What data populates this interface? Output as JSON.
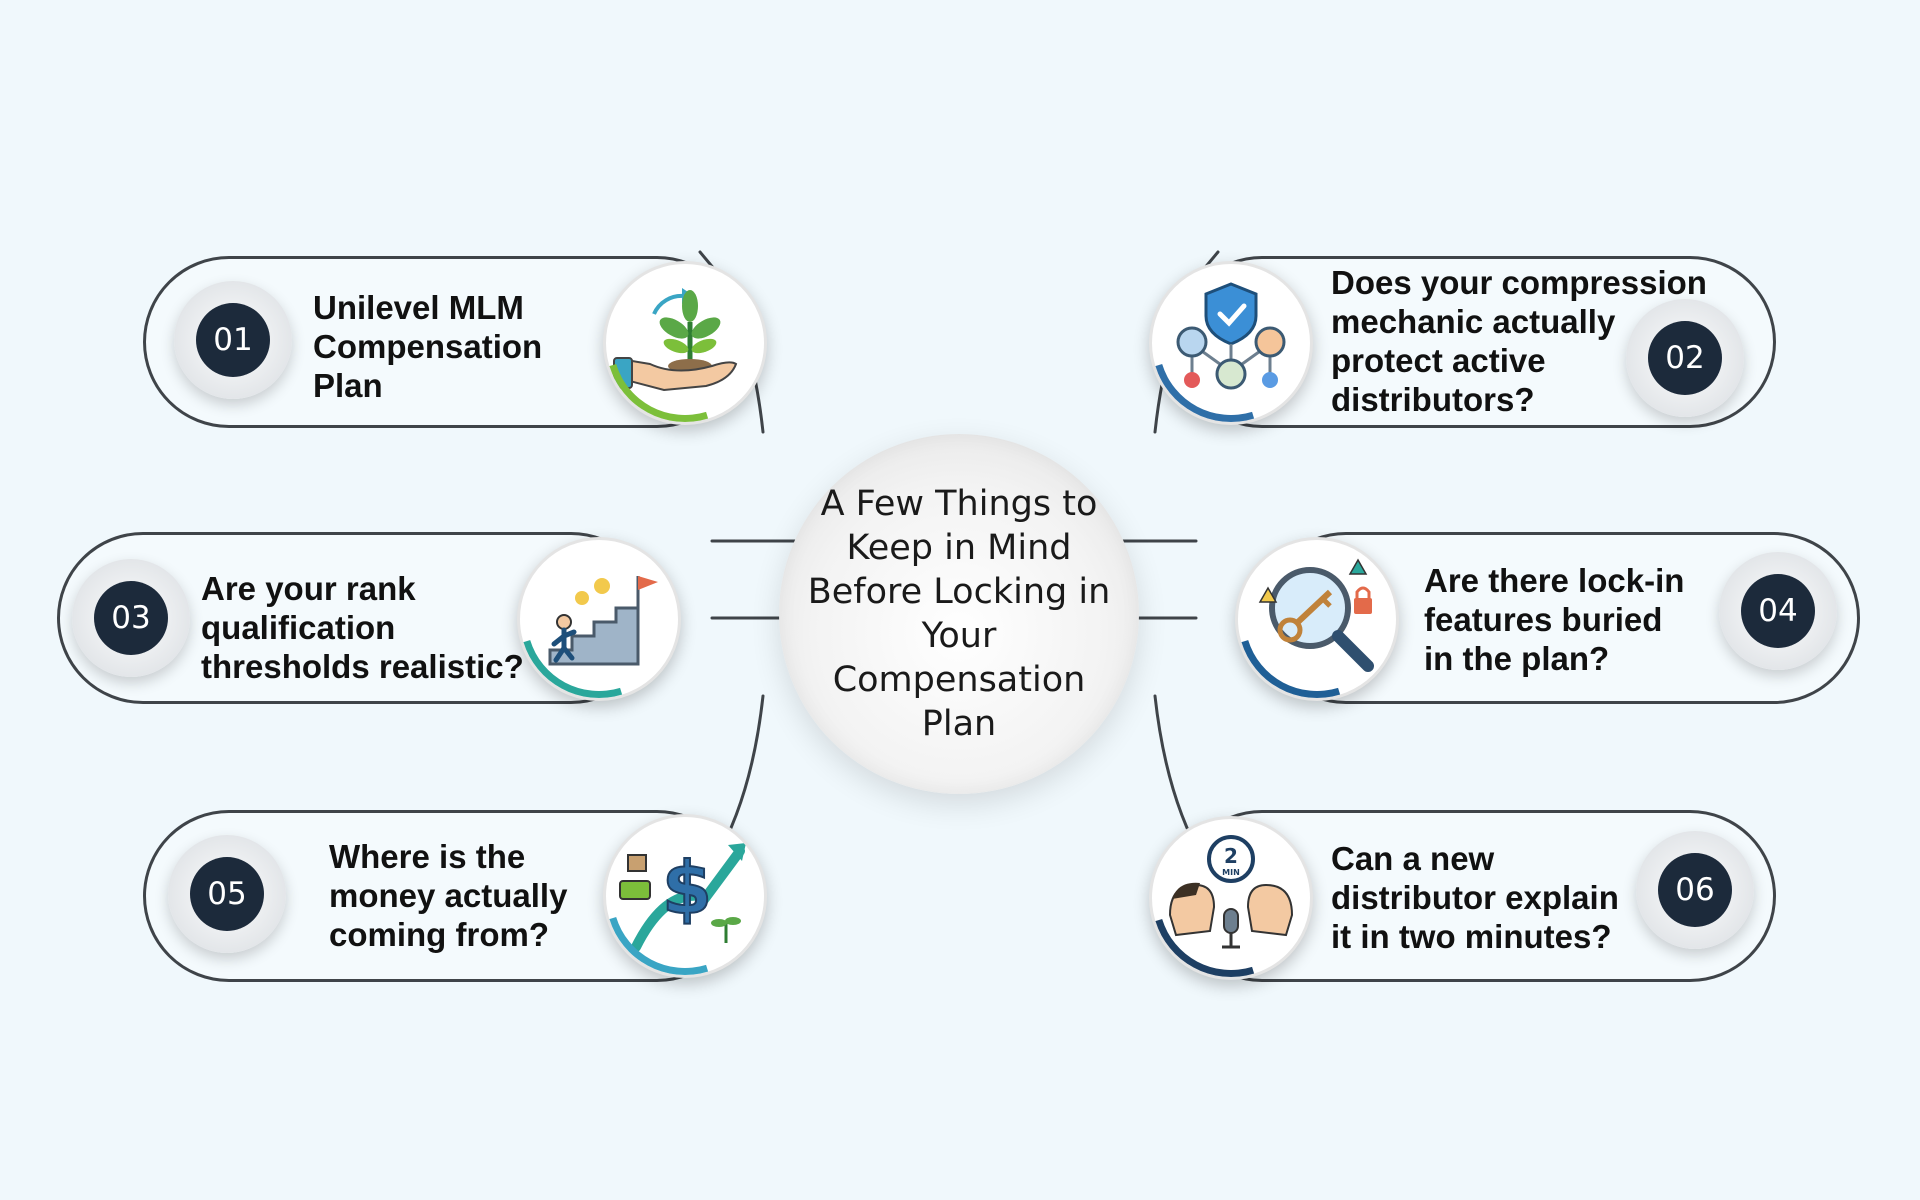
{
  "title": "A Few Things to Keep in Mind Before Locking in Your Compensation Plan",
  "items": [
    {
      "number": "01",
      "text": "Unilevel MLM Compensation Plan",
      "icon": "plant-in-hand-icon",
      "accent": "#7cbf3a"
    },
    {
      "number": "02",
      "text": "Does your compression mechanic actually protect active distributors?",
      "icon": "shield-network-icon",
      "accent": "#2f6fa8"
    },
    {
      "number": "03",
      "text": "Are your rank qualification thresholds realistic?",
      "icon": "climbing-stairs-icon",
      "accent": "#2aa79b"
    },
    {
      "number": "04",
      "text": "Are there lock-in features buried in the plan?",
      "icon": "key-magnifier-icon",
      "accent": "#1f5f96"
    },
    {
      "number": "05",
      "text": "Where is the money actually coming from?",
      "icon": "dollar-growth-icon",
      "accent": "#3aa5c4"
    },
    {
      "number": "06",
      "text": "Can a new distributor explain it in two minutes?",
      "icon": "two-minute-talk-icon",
      "accent": "#1e3f63"
    }
  ],
  "timer_text": "2",
  "timer_unit": "MIN",
  "colors": {
    "background": "#f0f8fc",
    "badge": "#1c2a3b",
    "outline": "#3f4449"
  }
}
